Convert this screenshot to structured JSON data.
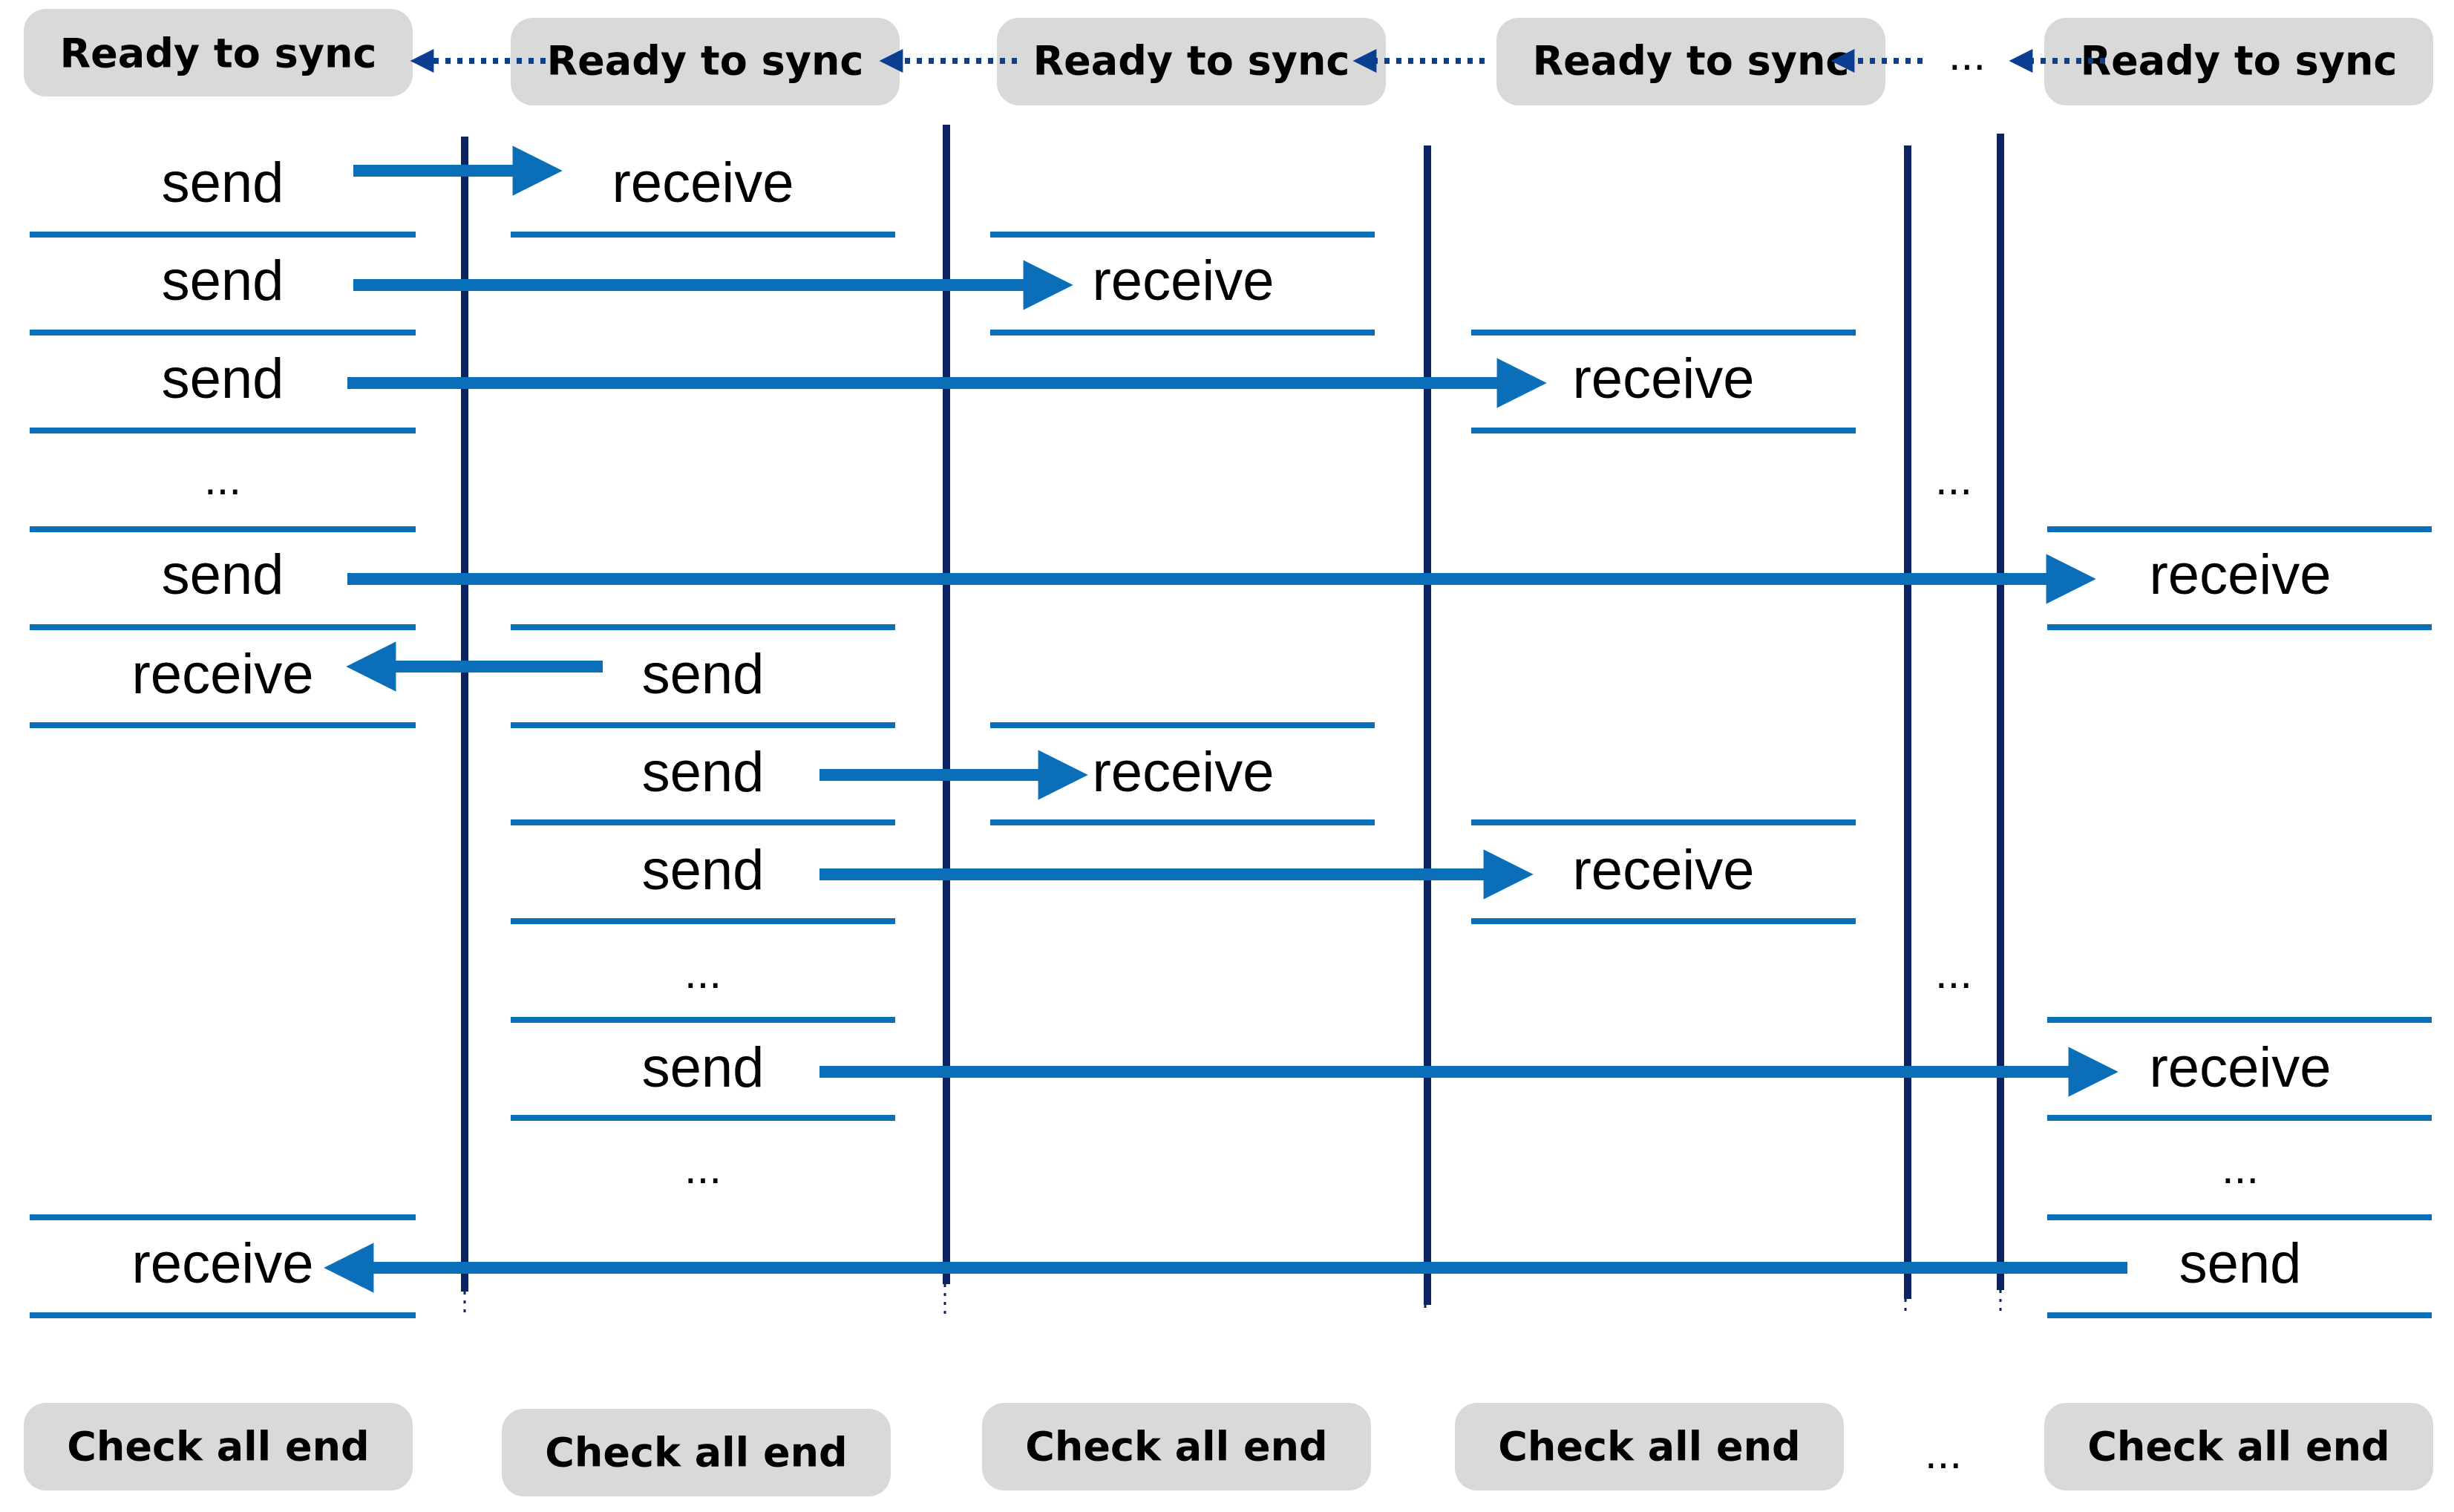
{
  "colors": {
    "rule": "#0a6fb8",
    "message_arrow": "#0a6fb8",
    "barrier": "#0c2461",
    "sync_arrow": "#0b3d91",
    "pill_fill": "#d9d9d9"
  },
  "top_row": {
    "pills": [
      "Ready to sync",
      "Ready to sync",
      "Ready to sync",
      "Ready to sync",
      "Ready to sync"
    ],
    "gap_text": "..."
  },
  "bottom_row": {
    "pills": [
      "Check all end",
      "Check all end",
      "Check all end",
      "Check all end",
      "Check all end"
    ],
    "gap_text": "..."
  },
  "labels": {
    "send": "send",
    "receive": "receive",
    "ellipsis": "..."
  }
}
